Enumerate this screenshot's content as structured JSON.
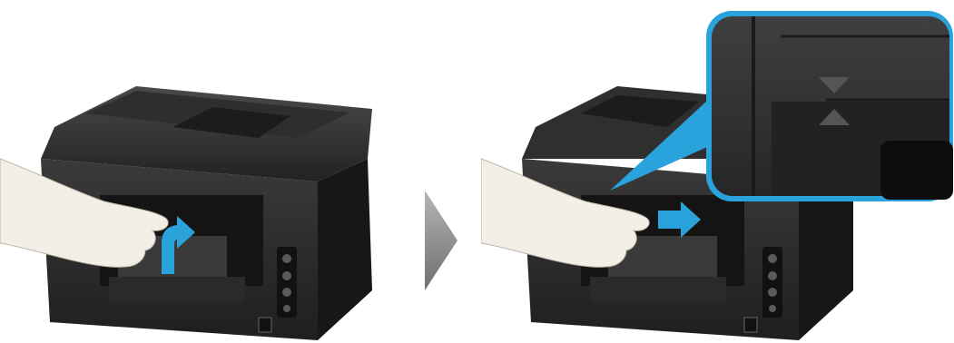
{
  "illustration": {
    "steps": [
      {
        "id": "step-1",
        "action": "lift-cover",
        "arrow_direction": "up"
      },
      {
        "id": "step-2",
        "action": "slide-cover",
        "arrow_direction": "right"
      }
    ],
    "step_separator_icon": "chevron-right-icon",
    "zoom_inset": {
      "markers": [
        "triangle-down",
        "triangle-up"
      ]
    },
    "colors": {
      "printer_body": "#2b2b2b",
      "printer_panel": "#1a1a1a",
      "arrow_accent": "#2aa3dc",
      "zoom_callout": "#2aa3dc",
      "hand": "#f4efe6",
      "step_arrow": "#8a8a8a"
    }
  }
}
